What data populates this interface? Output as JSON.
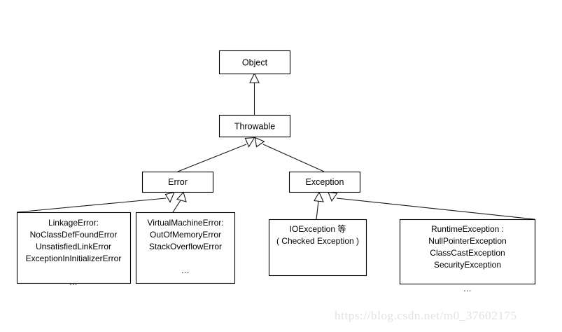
{
  "diagram": {
    "type": "uml-class-hierarchy",
    "background_color": "#ffffff",
    "line_color": "#1a1a1a",
    "box_fill": "#ffffff",
    "nodes": {
      "object": {
        "label": "Object"
      },
      "throwable": {
        "label": "Throwable"
      },
      "error": {
        "label": "Error"
      },
      "exception": {
        "label": "Exception"
      },
      "linkage_error": {
        "lines": [
          "LinkageError:",
          "NoClassDefFoundError",
          "UnsatisfiedLinkError",
          "ExceptionInInitializerError",
          "",
          "..."
        ]
      },
      "virtual_machine_error": {
        "lines": [
          "VirtualMachineError:",
          "OutOfMemoryError",
          "StackOverflowError",
          "",
          "..."
        ]
      },
      "io_exception": {
        "lines": [
          "IOException 等",
          "( Checked Exception )"
        ]
      },
      "runtime_exception": {
        "lines": [
          "RuntimeException :",
          "NullPointerException",
          "ClassCastException",
          "SecurityException",
          "",
          "..."
        ]
      }
    },
    "edges": [
      {
        "name": "throwable-extends-object",
        "from": "throwable",
        "to": "object"
      },
      {
        "name": "error-extends-throwable",
        "from": "error",
        "to": "throwable"
      },
      {
        "name": "exception-extends-throwable",
        "from": "exception",
        "to": "throwable"
      },
      {
        "name": "linkage-error-extends-error",
        "from": "linkage_error",
        "to": "error"
      },
      {
        "name": "virtual-machine-error-extends-error",
        "from": "virtual_machine_error",
        "to": "error"
      },
      {
        "name": "io-exception-extends-exception",
        "from": "io_exception",
        "to": "exception"
      },
      {
        "name": "runtime-exception-extends-exception",
        "from": "runtime_exception",
        "to": "exception"
      }
    ]
  },
  "watermark": {
    "text": "https://blog.csdn.net/m0_37602175",
    "color": "#e2e2e2"
  }
}
